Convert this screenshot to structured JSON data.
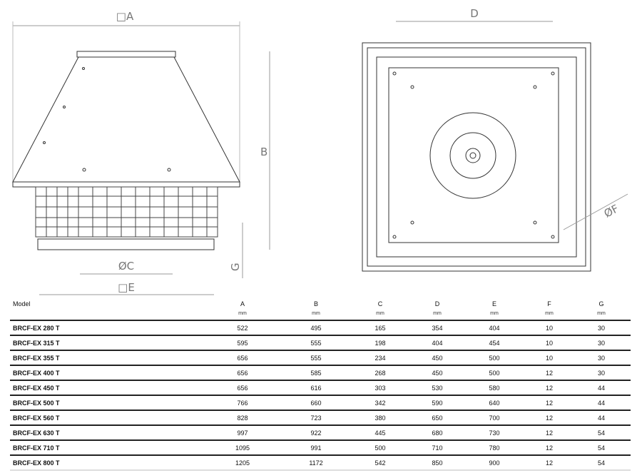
{
  "drawing": {
    "labels": {
      "A": "□A",
      "B": "B",
      "C": "ØC",
      "E": "□E",
      "G": "G",
      "D": "D",
      "F": "ØF"
    }
  },
  "table": {
    "columns": [
      "Model",
      "A",
      "B",
      "C",
      "D",
      "E",
      "F",
      "G"
    ],
    "unit": "mm",
    "rows": [
      [
        "BRCF-EX 280 T",
        "522",
        "495",
        "165",
        "354",
        "404",
        "10",
        "30"
      ],
      [
        "BRCF-EX 315 T",
        "595",
        "555",
        "198",
        "404",
        "454",
        "10",
        "30"
      ],
      [
        "BRCF-EX 355 T",
        "656",
        "555",
        "234",
        "450",
        "500",
        "10",
        "30"
      ],
      [
        "BRCF-EX 400 T",
        "656",
        "585",
        "268",
        "450",
        "500",
        "12",
        "30"
      ],
      [
        "BRCF-EX 450 T",
        "656",
        "616",
        "303",
        "530",
        "580",
        "12",
        "44"
      ],
      [
        "BRCF-EX 500 T",
        "766",
        "660",
        "342",
        "590",
        "640",
        "12",
        "44"
      ],
      [
        "BRCF-EX 560 T",
        "828",
        "723",
        "380",
        "650",
        "700",
        "12",
        "44"
      ],
      [
        "BRCF-EX 630 T",
        "997",
        "922",
        "445",
        "680",
        "730",
        "12",
        "54"
      ],
      [
        "BRCF-EX 710 T",
        "1095",
        "991",
        "500",
        "710",
        "780",
        "12",
        "54"
      ],
      [
        "BRCF-EX 800 T",
        "1205",
        "1172",
        "542",
        "850",
        "900",
        "12",
        "54"
      ]
    ]
  }
}
